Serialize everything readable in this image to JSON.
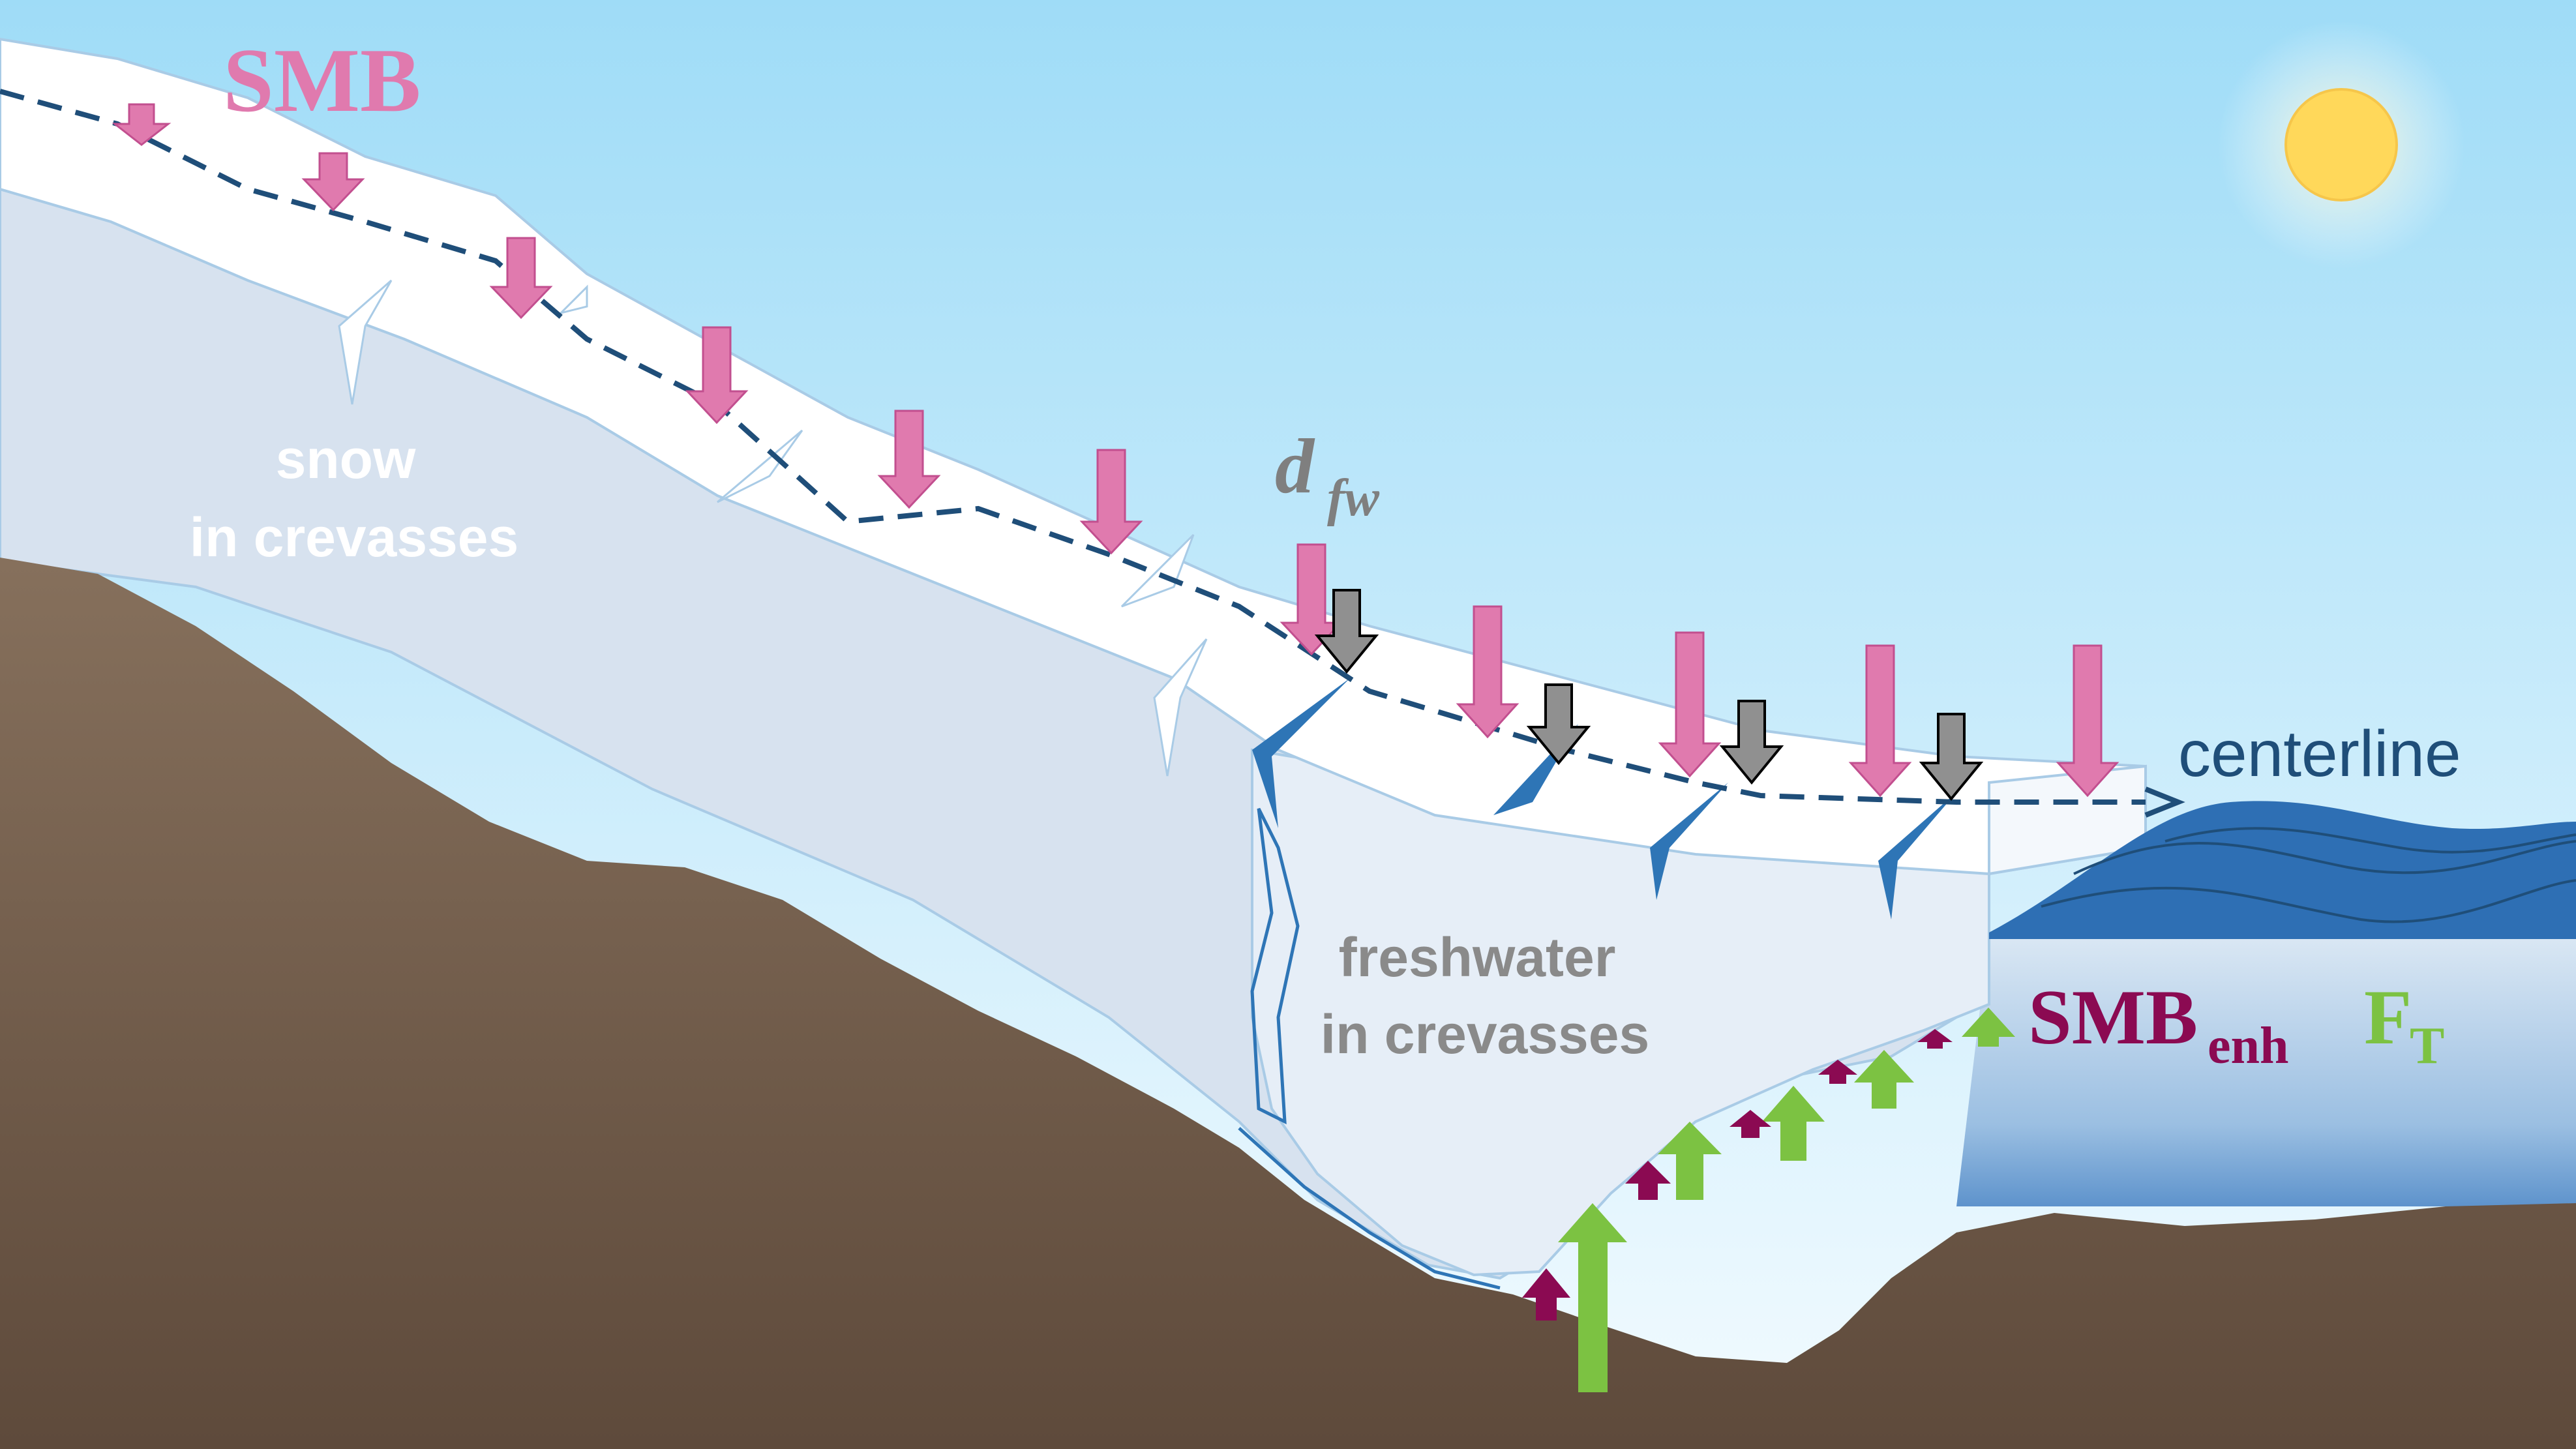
{
  "labels": {
    "smb": "SMB",
    "snow_line1": "snow",
    "snow_line2": "in crevasses",
    "dfw_main": "d",
    "dfw_sub": "fw",
    "centerline": "centerline",
    "freshwater_line1": "freshwater",
    "freshwater_line2": "in crevasses",
    "smb_enh_main": "SMB",
    "smb_enh_sub": "enh",
    "ft_main": "F",
    "ft_sub": "T"
  },
  "colors": {
    "sky_top": "#9fdcf7",
    "sky_bottom": "#f2fbff",
    "bed": "#7d6450",
    "bed_dark": "#5e4a3b",
    "ice_surface": "#ffffff",
    "ice_body": "#dbe6f2",
    "ice_outline": "#9ec8e8",
    "ocean": "#3f77b8",
    "ocean_light": "#b3cfe8",
    "smb_arrow": "#e07aae",
    "smb_text": "#e07aae",
    "dfw_arrow": "#909090",
    "dfw_text": "#808080",
    "centerline": "#1f4e79",
    "freshwater_crevasse": "#2e75b6",
    "smb_enh": "#8b0a52",
    "ft_arrow": "#7cc242",
    "sun": "#ffd85a",
    "label_white": "#ffffff",
    "label_gray": "#8a8a8a"
  },
  "icons": [
    "sun-icon"
  ]
}
